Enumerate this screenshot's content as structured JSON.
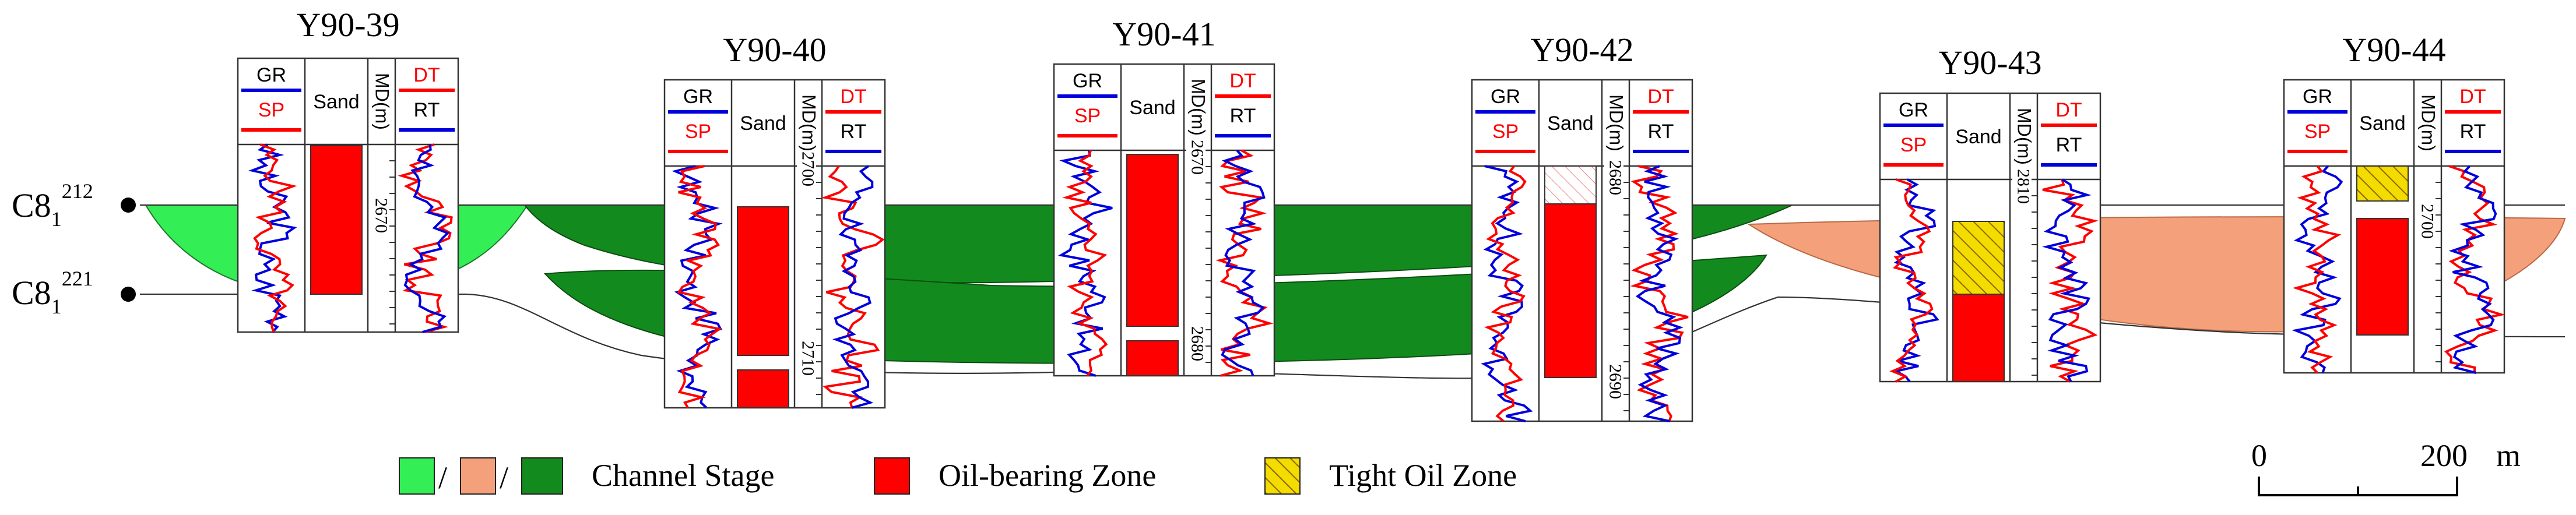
{
  "wells": [
    {
      "name": "Y90-39",
      "md_labels": [
        "2670"
      ]
    },
    {
      "name": "Y90-40",
      "md_labels": [
        "2700",
        "2710"
      ]
    },
    {
      "name": "Y90-41",
      "md_labels": [
        "2670",
        "2680"
      ]
    },
    {
      "name": "Y90-42",
      "md_labels": [
        "2680",
        "2690"
      ]
    },
    {
      "name": "Y90-43",
      "md_labels": [
        "2810"
      ]
    },
    {
      "name": "Y90-44",
      "md_labels": [
        "2700"
      ]
    }
  ],
  "column_headers": {
    "gr": "GR",
    "sp": "SP",
    "sand": "Sand",
    "md": "MD(m)",
    "dt": "DT",
    "rt": "RT"
  },
  "markers": [
    {
      "base": "C8",
      "sub": "1",
      "sup": "212"
    },
    {
      "base": "C8",
      "sub": "1",
      "sup": "221"
    }
  ],
  "legend": {
    "channel_stage": "Channel Stage",
    "separator": "/",
    "oil_bearing": "Oil-bearing Zone",
    "tight_oil": "Tight Oil Zone"
  },
  "scale_bar": {
    "start": "0",
    "end": "200",
    "unit": "m"
  },
  "colors": {
    "channel_light_green": "#33ee55",
    "channel_salmon": "#f4a07a",
    "channel_dark_green": "#138a1e",
    "oil_bearing": "#ff0000",
    "tight_oil": "#f4dc00",
    "gr_curve": "#0000dd",
    "sp_curve": "#ff0000",
    "dt_curve": "#ff0000",
    "rt_curve": "#0000dd"
  }
}
